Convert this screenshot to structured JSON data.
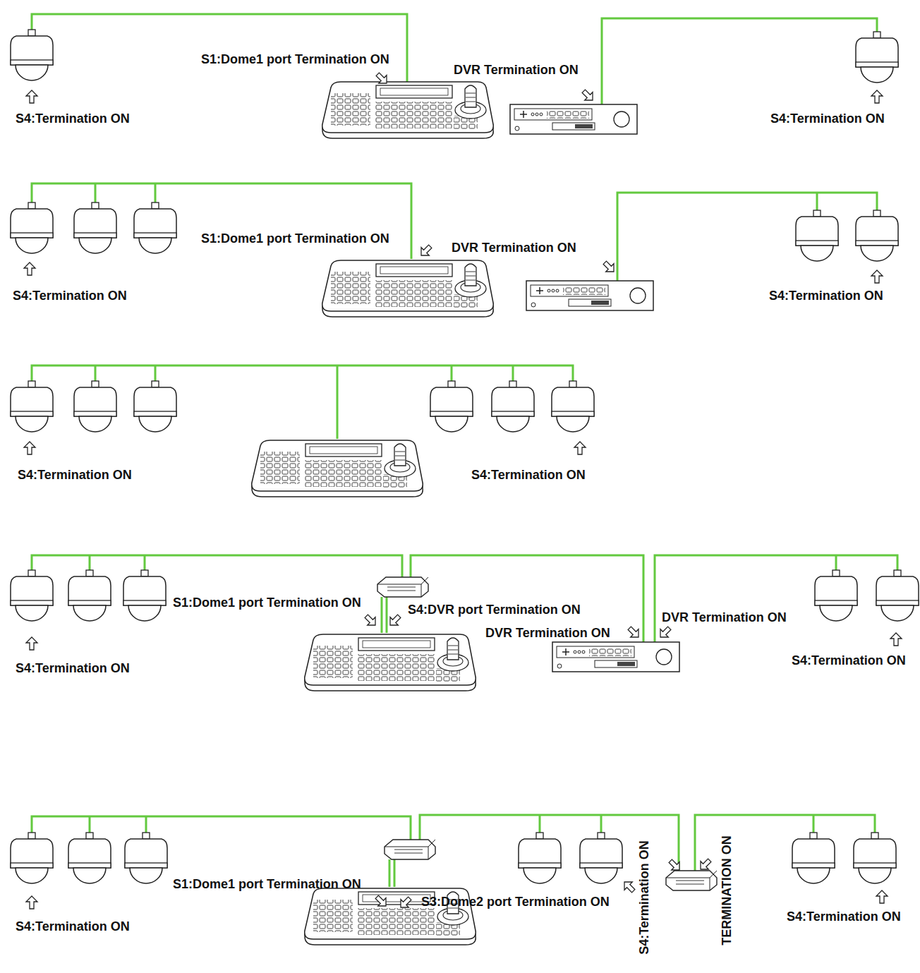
{
  "diagram": {
    "labels": [
      "S1:Dome1 port Termination ON",
      "DVR Termination ON",
      "S4:Termination ON",
      "S4:Termination ON",
      "S1:Dome1 port Termination ON",
      "DVR Termination ON",
      "S4:Termination ON",
      "S4:Termination ON",
      "S4:Termination ON",
      "S4:Termination ON",
      "S1:Dome1 port Termination ON",
      "S4:DVR port Termination ON",
      "DVR Termination ON",
      "DVR Termination ON",
      "S4:Termination ON",
      "S4:Termination ON",
      "S1:Dome1 port Termination ON",
      "S3:Dome2 port Termination ON",
      "S4:Termination ON",
      "TERMINATION ON",
      "S4:Termination ON",
      "S4:Termination ON"
    ]
  }
}
